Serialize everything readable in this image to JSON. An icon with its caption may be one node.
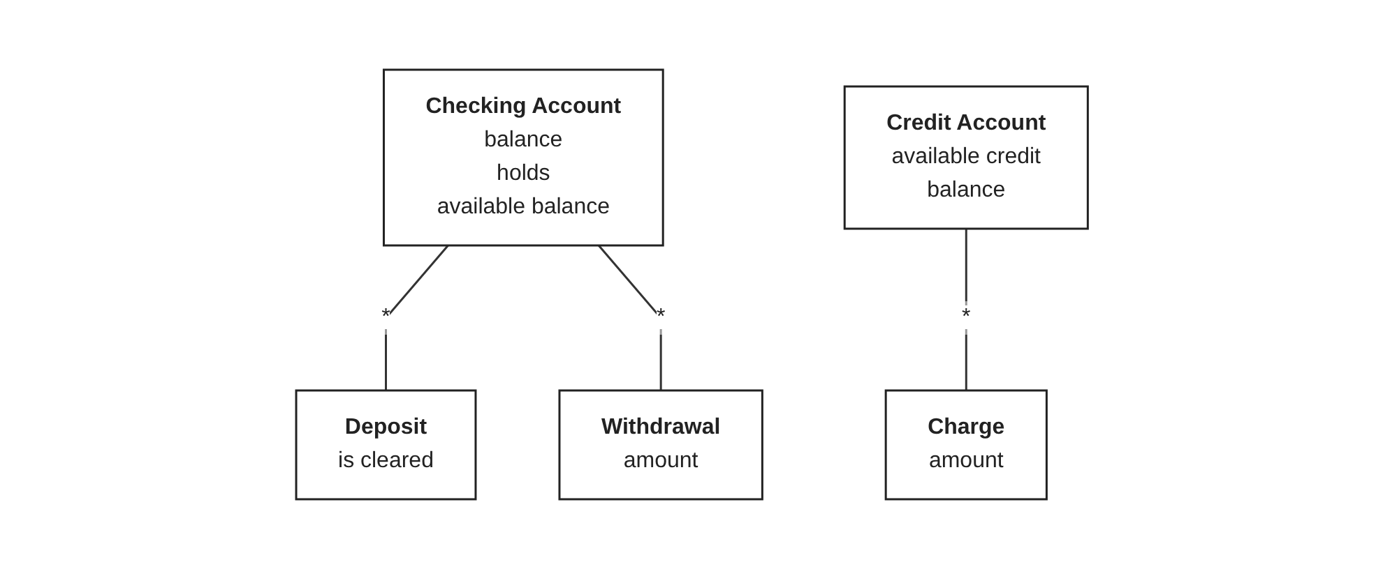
{
  "diagram": {
    "nodes": [
      {
        "text": [
          "Checking Account",
          "balance",
          "holds",
          "available balance"
        ]
      },
      {
        "text": [
          "Deposit",
          "is cleared"
        ]
      },
      {
        "text": [
          "Withdrawal",
          "amount"
        ]
      },
      {
        "text": [
          "Credit Account",
          "available credit",
          "balance"
        ]
      },
      {
        "text": [
          "Charge",
          "amount"
        ]
      }
    ],
    "edges": [
      {
        "from": 0,
        "to": 1,
        "arrow": "none",
        "label": "*"
      },
      {
        "from": 0,
        "to": 2,
        "arrow": "none",
        "label": "*"
      },
      {
        "from": 3,
        "to": 4,
        "arrow": "none",
        "label": "*"
      }
    ]
  }
}
